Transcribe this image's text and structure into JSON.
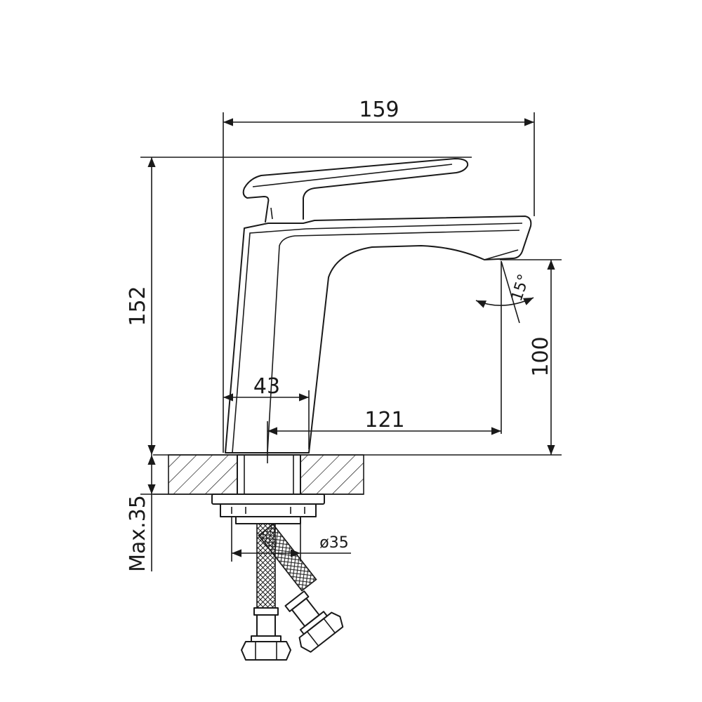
{
  "dimensions": {
    "overall_width": "159",
    "overall_height": "152",
    "spout_height": "100",
    "base_width": "43",
    "spout_reach": "121",
    "max_thickness": "Max.35",
    "hole_diameter": "ø35",
    "spray_angle": "15°"
  },
  "colors": {
    "line": "#1a1a1a",
    "background": "#ffffff"
  }
}
